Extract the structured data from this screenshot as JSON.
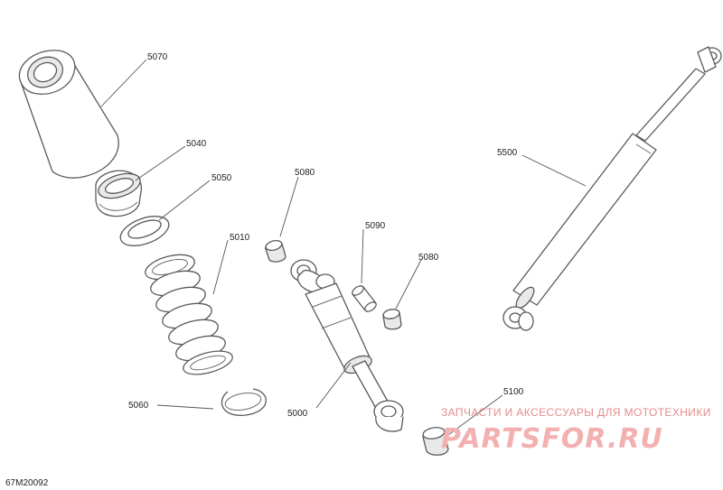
{
  "callouts": {
    "c5070": "5070",
    "c5040": "5040",
    "c5050": "5050",
    "c5010": "5010",
    "c5060": "5060",
    "c5080a": "5080",
    "c5090": "5090",
    "c5080b": "5080",
    "c5000": "5000",
    "c5100": "5100",
    "c5500": "5500"
  },
  "reference": "67M20092",
  "watermark": {
    "tagline": "ЗАПЧАСТИ И АКСЕССУАРЫ ДЛЯ МОТОТЕХНИКИ",
    "logo": "PARTSFOR.RU",
    "color": "#e88a8a"
  }
}
